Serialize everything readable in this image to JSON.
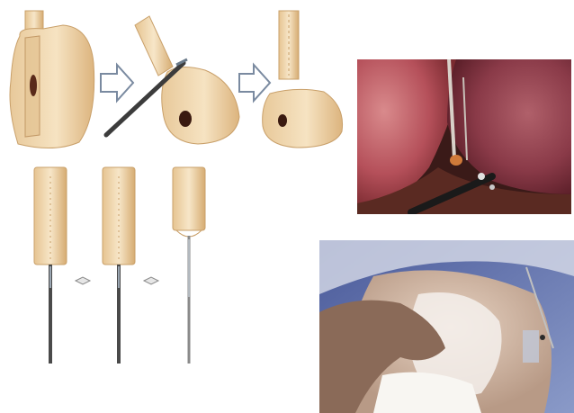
{
  "figure": {
    "panels": [
      {
        "id": "panel-a",
        "kind": "illustration"
      },
      {
        "id": "panel-b",
        "kind": "photo"
      },
      {
        "id": "panel-c",
        "kind": "photo"
      }
    ]
  },
  "colors": {
    "stomach_fill": "#f3ddb8",
    "stomach_shade": "#d9b27a",
    "stapler": "#4a4a4a",
    "arrow_outline": "#7a8aa0",
    "liver": "#9b3c4a",
    "glove": "#8a6a58"
  }
}
